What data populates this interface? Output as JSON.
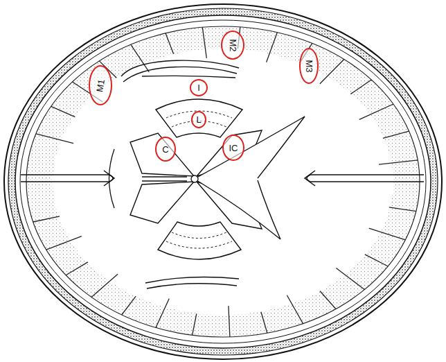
{
  "diagram": {
    "nodes": [
      {
        "text": [
          "M2"
        ]
      },
      {
        "text": [
          "M3"
        ]
      },
      {
        "text": [
          "M1"
        ]
      },
      {
        "text": [
          "I"
        ]
      },
      {
        "text": [
          "L"
        ]
      },
      {
        "text": [
          "C"
        ]
      },
      {
        "text": [
          "IC"
        ]
      }
    ]
  }
}
